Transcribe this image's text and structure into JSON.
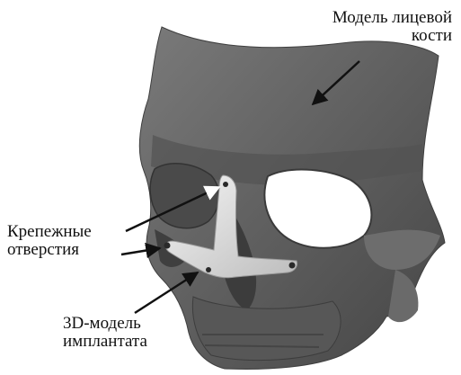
{
  "labels": {
    "bone": {
      "line1": "Модель лицевой",
      "line2": "кости"
    },
    "holes": {
      "line1": "Крепежные",
      "line2": "отверстия"
    },
    "implant": {
      "line1": "3D-модель",
      "line2": "имплантата"
    }
  },
  "colors": {
    "bone": "#5f5f5f",
    "bone_dark": "#3a3a3a",
    "bone_light": "#8a8a8a",
    "implant": "#e6e6e6",
    "arrow": "#111111"
  }
}
